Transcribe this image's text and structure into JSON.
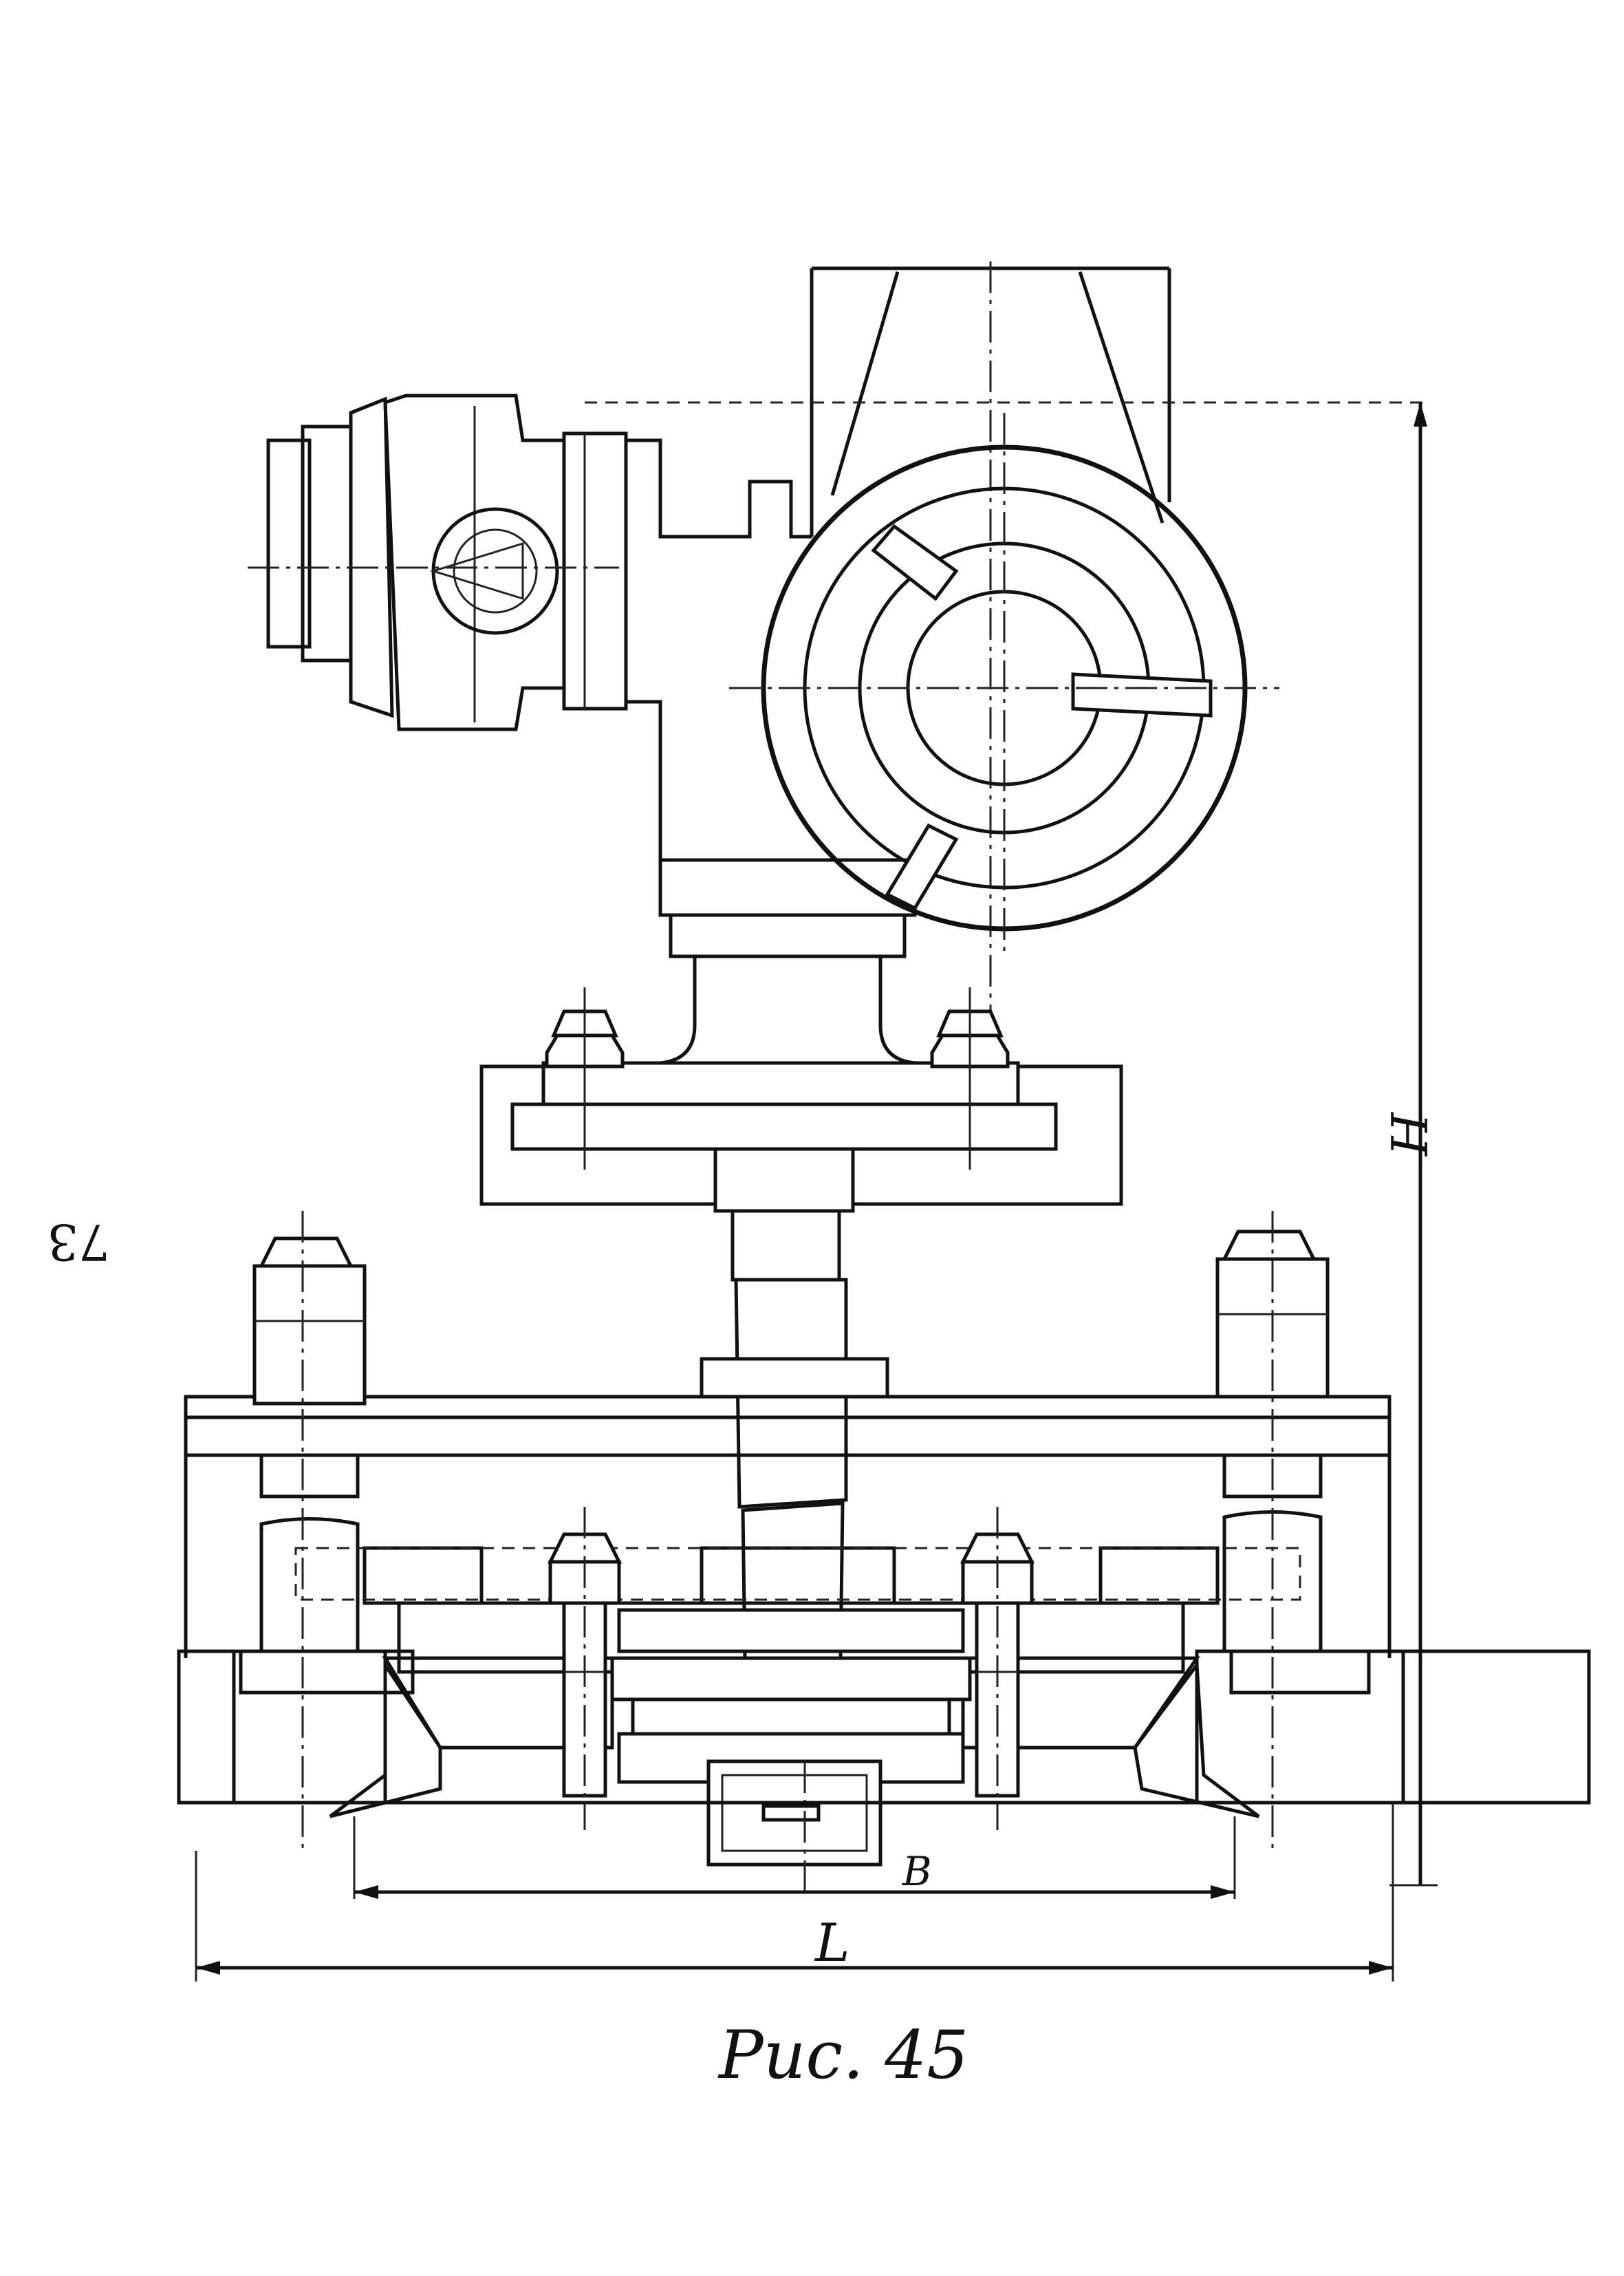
{
  "page_number": "73",
  "caption": "Рис. 45",
  "dimension_labels": {
    "height": "H",
    "bolt_spacing": "B",
    "length": "L"
  }
}
